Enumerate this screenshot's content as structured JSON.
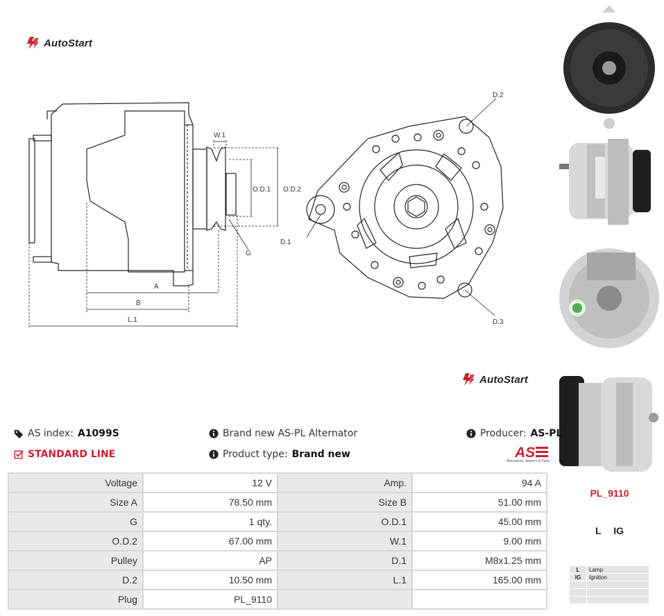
{
  "brand": {
    "name": "AutoStart"
  },
  "drawing_labels": {
    "w1": "W.1",
    "od1": "O.D.1",
    "od2": "O.D.2",
    "g": "G",
    "a": "A",
    "b": "B",
    "l1": "L.1",
    "d1": "D.1",
    "d2": "D.2",
    "d3": "D.3"
  },
  "info": {
    "as_index_label": "AS index:",
    "as_index_value": "A1099S",
    "standard_line": "STANDARD LINE",
    "description": "Brand new AS-PL Alternator",
    "product_type_label": "Product type:",
    "product_type_value": "Brand new",
    "producer_label": "Producer:",
    "producer_value": "AS-PL"
  },
  "producer_logo": {
    "letters": "AS",
    "tagline": "Alternators, Starters & Parts"
  },
  "specs": [
    [
      "Voltage",
      "12 V",
      "Amp.",
      "94 A"
    ],
    [
      "Size A",
      "78.50 mm",
      "Size B",
      "51.00 mm"
    ],
    [
      "G",
      "1 qty.",
      "O.D.1",
      "45.00 mm"
    ],
    [
      "O.D.2",
      "67.00 mm",
      "W.1",
      "9.00 mm"
    ],
    [
      "Pulley",
      "AP",
      "D.1",
      "M8x1.25 mm"
    ],
    [
      "D.2",
      "10.50 mm",
      "L.1",
      "165.00 mm"
    ],
    [
      "Plug",
      "PL_9110",
      "",
      ""
    ]
  ],
  "plug": {
    "code": "PL_9110",
    "terminals": "L IG",
    "legend": [
      {
        "code": "L",
        "name": "Lamp"
      },
      {
        "code": "IG",
        "name": "Ignition"
      },
      {
        "code": "",
        "name": ""
      },
      {
        "code": "",
        "name": ""
      },
      {
        "code": "",
        "name": ""
      }
    ]
  },
  "colors": {
    "accent_red": "#cc1f2f",
    "header_gray": "#e9e9e9",
    "border_gray": "#d7d7d7"
  }
}
